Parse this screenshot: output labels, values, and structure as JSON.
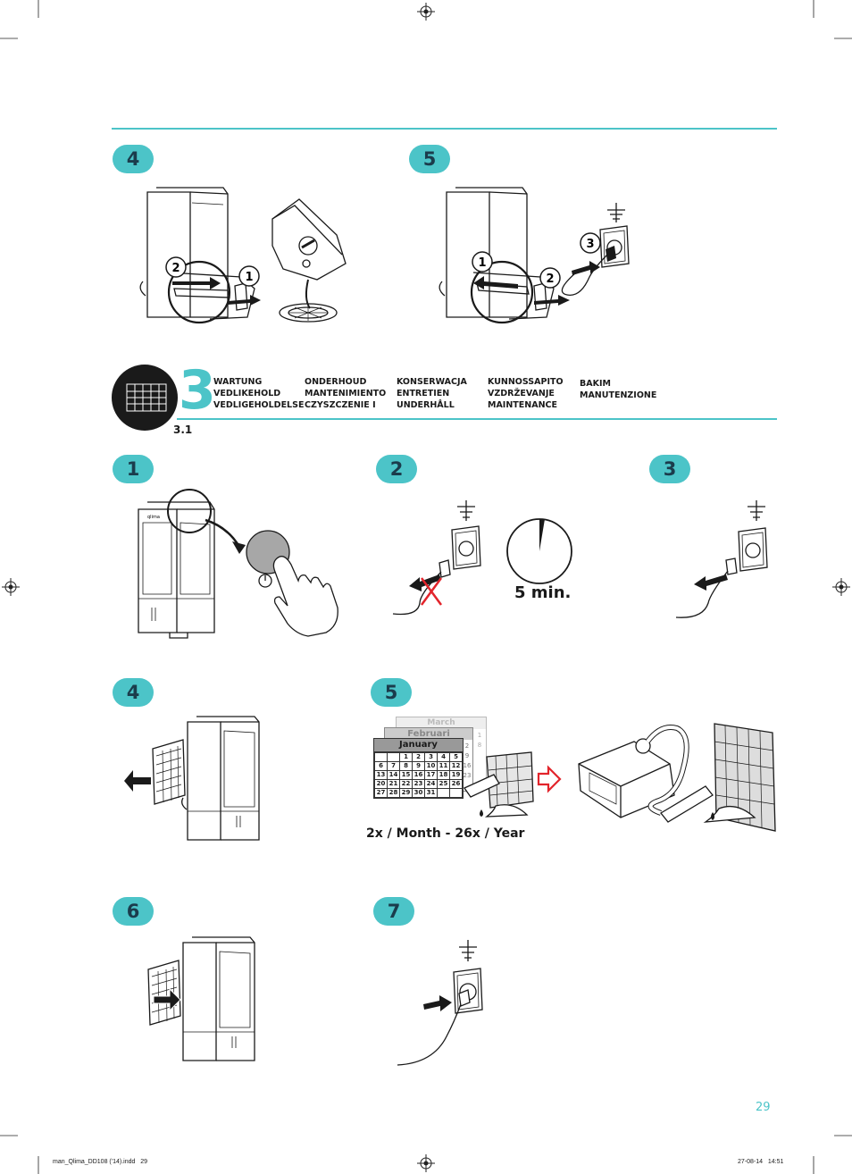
{
  "top_steps": {
    "step4": "4",
    "step5": "5"
  },
  "fig_top4": {
    "callout_a": "2",
    "callout_b": "1"
  },
  "fig_top5": {
    "callout_a": "1",
    "callout_b": "2",
    "callout_c": "3"
  },
  "section": {
    "number": "3",
    "subsection": "3.1",
    "columns": [
      [
        "WARTUNG",
        "VEDLIKEHOLD",
        "VEDLIGEHOLDELSE"
      ],
      [
        "ONDERHOUD",
        "MANTENIMIENTO",
        "CZYSZCZENIE I"
      ],
      [
        "KONSERWACJA",
        "ENTRETIEN",
        "UNDERHÅLL"
      ],
      [
        "KUNNOSSAPITO",
        "VZDRŽEVANJE",
        "MAINTENANCE"
      ],
      [
        "BAKIM",
        "MANUTENZIONE"
      ]
    ]
  },
  "steps": [
    "1",
    "2",
    "3",
    "4",
    "5",
    "6",
    "7"
  ],
  "timer": {
    "label": "5 min."
  },
  "calendar": {
    "month_back2": "March",
    "month_back1": "Februari",
    "month_front": "January",
    "side_numbers_a": [
      "1",
      "8"
    ],
    "side_numbers_b": [
      "2",
      "9",
      "16",
      "23"
    ],
    "rows": [
      [
        "",
        "",
        "1",
        "2",
        "3",
        "4",
        "5"
      ],
      [
        "6",
        "7",
        "8",
        "9",
        "10",
        "11",
        "12"
      ],
      [
        "13",
        "14",
        "15",
        "16",
        "17",
        "18",
        "19"
      ],
      [
        "20",
        "21",
        "22",
        "23",
        "24",
        "25",
        "26"
      ],
      [
        "27",
        "28",
        "29",
        "30",
        "31",
        "",
        ""
      ]
    ]
  },
  "frequency_label": "2x / Month - 26x / Year",
  "brand": "qlima",
  "page_number": "29",
  "footer": {
    "file": "man_Qlima_DD108 ('14).indd   29",
    "timestamp": "27-08-14   14:51"
  },
  "colors": {
    "accent": "#4cc4c8",
    "badge_text": "#1b3c4c",
    "warning": "#e2242b"
  }
}
